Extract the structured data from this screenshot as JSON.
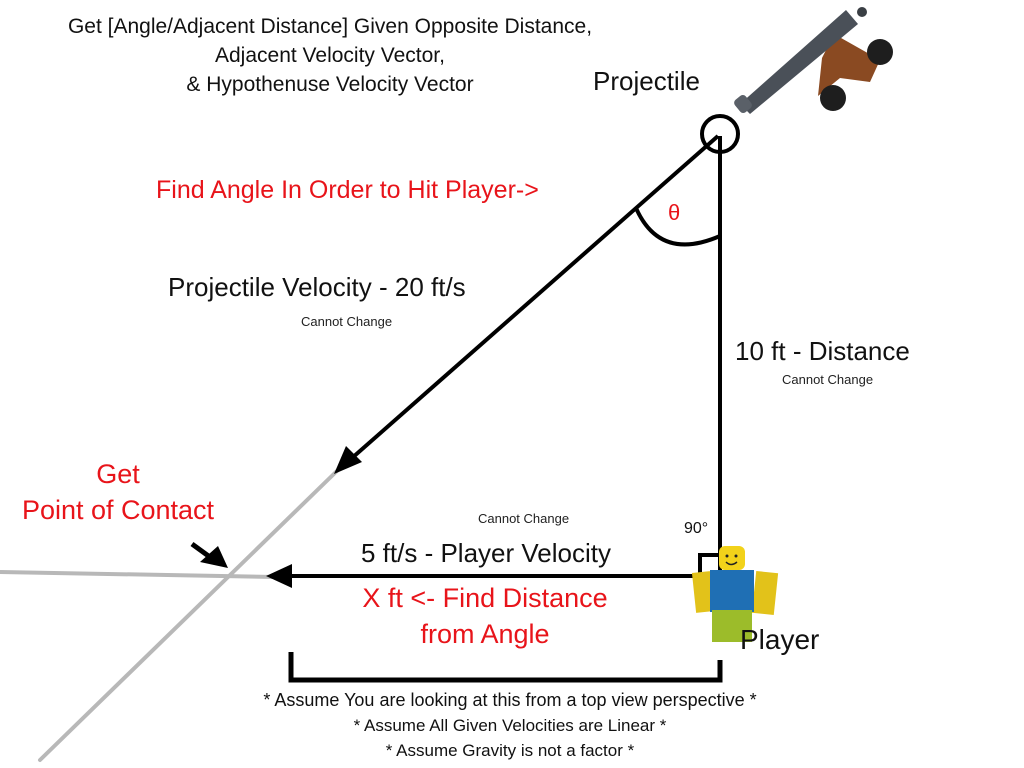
{
  "title": {
    "line1": "Get [Angle/Adjacent Distance] Given Opposite Distance,",
    "line2": "Adjacent Velocity Vector,",
    "line3": "& Hypothenuse Velocity Vector"
  },
  "labels": {
    "projectile": "Projectile",
    "find_angle": "Find Angle In Order to Hit Player->",
    "theta": "θ",
    "projectile_velocity": "Projectile Velocity - 20 ft/s",
    "projectile_velocity_note": "Cannot Change",
    "distance": "10 ft - Distance",
    "distance_note": "Cannot Change",
    "get_point_line1": "Get",
    "get_point_line2": "Point of Contact",
    "player_velocity_note": "Cannot Change",
    "player_velocity": "5 ft/s - Player Velocity",
    "right_angle": "90°",
    "x_distance_line1": "X ft <- Find Distance",
    "x_distance_line2": "from Angle",
    "player": "Player"
  },
  "notes": [
    "* Assume You are looking at this from a top view perspective *",
    "* Assume All Given Velocities are Linear *",
    "* Assume Gravity is not a factor *"
  ],
  "values": {
    "projectile_velocity_ft_s": 20,
    "opposite_distance_ft": 10,
    "player_velocity_ft_s": 5,
    "right_angle_deg": 90
  },
  "colors": {
    "line": "#000000",
    "extension_line": "#b4b4b4",
    "highlight_text": "#e8141a",
    "cannon_barrel": "#4a5058",
    "cannon_carriage": "#8a4a22",
    "player_head": "#f2d21a",
    "player_torso": "#1f6fb4",
    "player_legs": "#9cbc2a"
  },
  "icons": {
    "cannon": "cannon-icon",
    "player": "roblox-player-icon",
    "projectile": "projectile-circle-icon"
  }
}
